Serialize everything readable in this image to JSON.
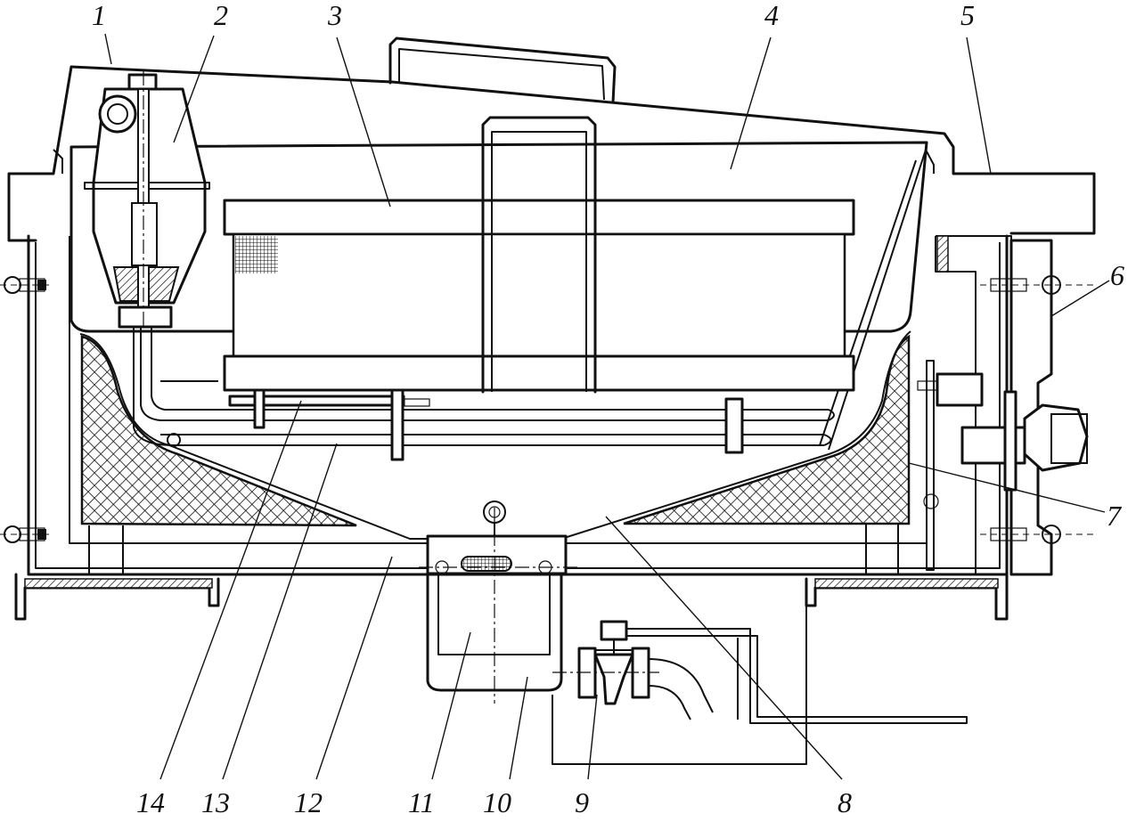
{
  "diagram": {
    "labels": [
      {
        "id": "1",
        "text": "1"
      },
      {
        "id": "2",
        "text": "2"
      },
      {
        "id": "3",
        "text": "3"
      },
      {
        "id": "4",
        "text": "4"
      },
      {
        "id": "5",
        "text": "5"
      },
      {
        "id": "6",
        "text": "6"
      },
      {
        "id": "7",
        "text": "7"
      },
      {
        "id": "8",
        "text": "8"
      },
      {
        "id": "9",
        "text": "9"
      },
      {
        "id": "10",
        "text": "10"
      },
      {
        "id": "11",
        "text": "11"
      },
      {
        "id": "12",
        "text": "12"
      },
      {
        "id": "13",
        "text": "13"
      },
      {
        "id": "14",
        "text": "14"
      }
    ]
  }
}
